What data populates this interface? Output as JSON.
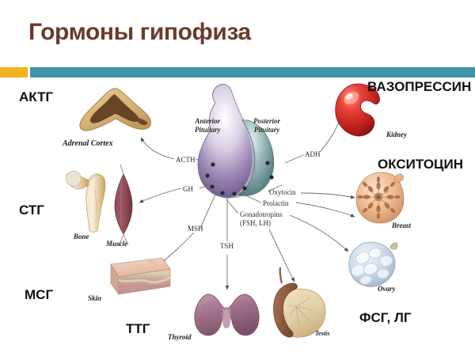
{
  "slide": {
    "title": "Гормоны гипофиза",
    "accent_teal": "#3e93a8",
    "accent_orange": "#f5b120",
    "title_color": "#6b3a2a",
    "background": "#ffffff"
  },
  "russian_labels": {
    "aktg": "АКТГ",
    "stg": "СТГ",
    "msg": "МСГ",
    "ttg": "ТТГ",
    "vazopressin": "ВАЗОПРЕССИН",
    "oksitocin": "ОКСИТОЦИН",
    "fsg_lg": "ФСГ, ЛГ"
  },
  "organ_captions": {
    "adrenal_cortex": "Adrenal Cortex",
    "bone": "Bone",
    "muscle": "Muscle",
    "skin": "Skin",
    "thyroid": "Thyroid",
    "testis": "Testis",
    "kidney": "Kidney",
    "breast": "Breast",
    "ovary": "Ovary"
  },
  "diagram": {
    "anterior_pituitary_line1": "Anterior",
    "anterior_pituitary_line2": "Pituitary",
    "posterior_pituitary_line1": "Posterior",
    "posterior_pituitary_line2": "Pituitary",
    "acth": "ACTH",
    "gh": "GH",
    "msh": "MSH",
    "tsh": "TSH",
    "adh": "ADH",
    "oxytocin": "Oxytocin",
    "prolactin": "Prolactin",
    "gonadotropins_line1": "Gonadotropins",
    "gonadotropins_line2": "(FSH, LH)"
  }
}
